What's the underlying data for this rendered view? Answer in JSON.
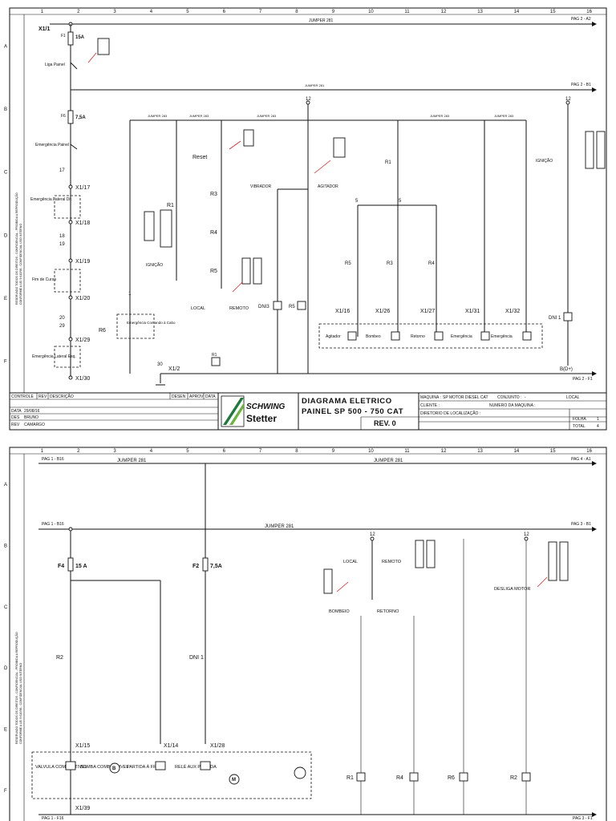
{
  "columns": [
    "1",
    "2",
    "3",
    "4",
    "5",
    "6",
    "7",
    "8",
    "9",
    "10",
    "11",
    "12",
    "13",
    "14",
    "15",
    "16"
  ],
  "rows": [
    "A",
    "B",
    "C",
    "D",
    "E",
    "F"
  ],
  "sheet1": {
    "jumper_top": "JUMPER 281",
    "jumper_mid": "JUMPER 281",
    "jumper_small_a": "JUMPER 283",
    "jumper_small_b": "JUMPER 283",
    "jumper_small_c": "JUMPER 283",
    "jumper_small_d": "JUMPER 283",
    "jumper_small_e": "JUMPER 283",
    "pag_a2": "PAG 2 - A2",
    "pag_b1": "PAG 2 - B1",
    "pag_f1": "PAG 2 - F1",
    "terminal_x1_1": "X1/1",
    "fuse_f1": "F1",
    "fuse_f1_rating": "15A",
    "fuse_f6": "F6",
    "fuse_f6_rating": "7,5A",
    "liga_painel": "Liga Painel",
    "emergencia_painel": "Emergência Painel",
    "emergencia_lateral_dir": "Emergência Lateral Dir.",
    "fim_de_curso": "Fim de Curso",
    "emergencia_comando": "Emergência Comando à Cabo",
    "emergencia_lateral_esq": "Emergência Lateral Esq.",
    "wire_17": "17",
    "wire_18": "18",
    "wire_19": "19",
    "wire_20": "20",
    "wire_29": "29",
    "wire_30": "30",
    "x1_17": "X1/17",
    "x1_18": "X1/18",
    "x1_19": "X1/19",
    "x1_20": "X1/20",
    "x1_29": "X1/29",
    "x1_30": "X1/30",
    "x1_2": "X1/2",
    "reset": "Reset",
    "r1": "R1",
    "r3": "R3",
    "r4": "R4",
    "r5": "R5",
    "r6": "R6",
    "ignicao": "IGNIÇÃO",
    "local": "LOCAL",
    "remoto": "REMOTO",
    "dni3": "DNI3",
    "vibrador": "VIBRADOR",
    "agitador": "AGITADOR",
    "dni1": "DNI 1",
    "b_d_plus": "B(D+)",
    "x1_16": "X1/16",
    "x1_26": "X1/26",
    "x1_27": "X1/27",
    "x1_31": "X1/31",
    "x1_32": "X1/32",
    "v_agitador": "Agitador",
    "v_bombeo": "Bombeo",
    "v_retorno": "Retorno",
    "v_emergencia1": "Emergência",
    "v_emergencia2": "Emergência",
    "node_12a": "12",
    "node_12b": "12",
    "node_5a": "5",
    "node_5b": "5",
    "node_1": "1",
    "node_30": "30"
  },
  "titleblock": {
    "controle": "CONTROLE",
    "rev": "REV",
    "descricao": "DESCRIÇÃO",
    "desen": "DESEN",
    "aprov": "APROV",
    "data": "DATA",
    "data_label": "DATA",
    "data_value": "29/08/16",
    "des_label": "DES",
    "des_value": "BRUNO",
    "rev_label": "REV",
    "rev_value": "CAMARGO",
    "logo_top": "SCHWING",
    "logo_bottom": "Stetter",
    "title1": "DIAGRAMA ELETRICO",
    "title2": "PAINEL SP 500 - 750 CAT",
    "title_rev": "REV. 0",
    "maquina_label": "MAQUINA :",
    "maquina_value": "SP MOTOR DIESEL CAT",
    "conjunto_label": "CONJUNTO :",
    "conjunto_value": "-",
    "local_label": "LOCAL",
    "cliente_label": "CLIENTE :",
    "numero_maquina": "NUMERO DA MAQUINA :",
    "diretorio": "DIRETORIO DE LOCALIZAÇÃO :",
    "folha_label": "FOLHA",
    "folha_value": "1",
    "total_label": "TOTAL",
    "total_value": "4"
  },
  "sheet2": {
    "pag_in_top": "PAG 1 - B16",
    "pag_in_mid": "PAG 1 - B16",
    "pag_in_bot": "PAG 1 - F16",
    "jumper_top_a": "JUMPER 281",
    "jumper_top_b": "JUMPER 281",
    "jumper_mid": "JUMPER 281",
    "pag_a1": "PAG 4 - A1",
    "pag_b1": "PAG 3 - B1",
    "pag_f1": "PAG 3 - F1",
    "fuse_f4": "F4",
    "fuse_f4_rating": "15 A",
    "fuse_f2": "F2",
    "fuse_f2_rating": "7,5A",
    "r2": "R2",
    "r1": "R1",
    "r4": "R4",
    "r6": "R6",
    "r2b": "R2",
    "dni1": "DNI 1",
    "x1_15": "X1/15",
    "x1_14": "X1/14",
    "x1_28": "X1/28",
    "x1_39": "X1/39",
    "valvula": "VALVULA COMBUSTIVEL",
    "bomba": "BOMBA COMBUSTIVEL",
    "partida_frio": "PARTIDA À FRIO",
    "rele_aux": "RELÉ AUX PARTIDA",
    "local": "LOCAL",
    "remoto": "REMOTO",
    "bombeio": "BOMBEIO",
    "retorno": "RETORNO",
    "desliga_motor": "DESLIGA MOTOR",
    "node_12a": "12",
    "node_12b": "12"
  }
}
